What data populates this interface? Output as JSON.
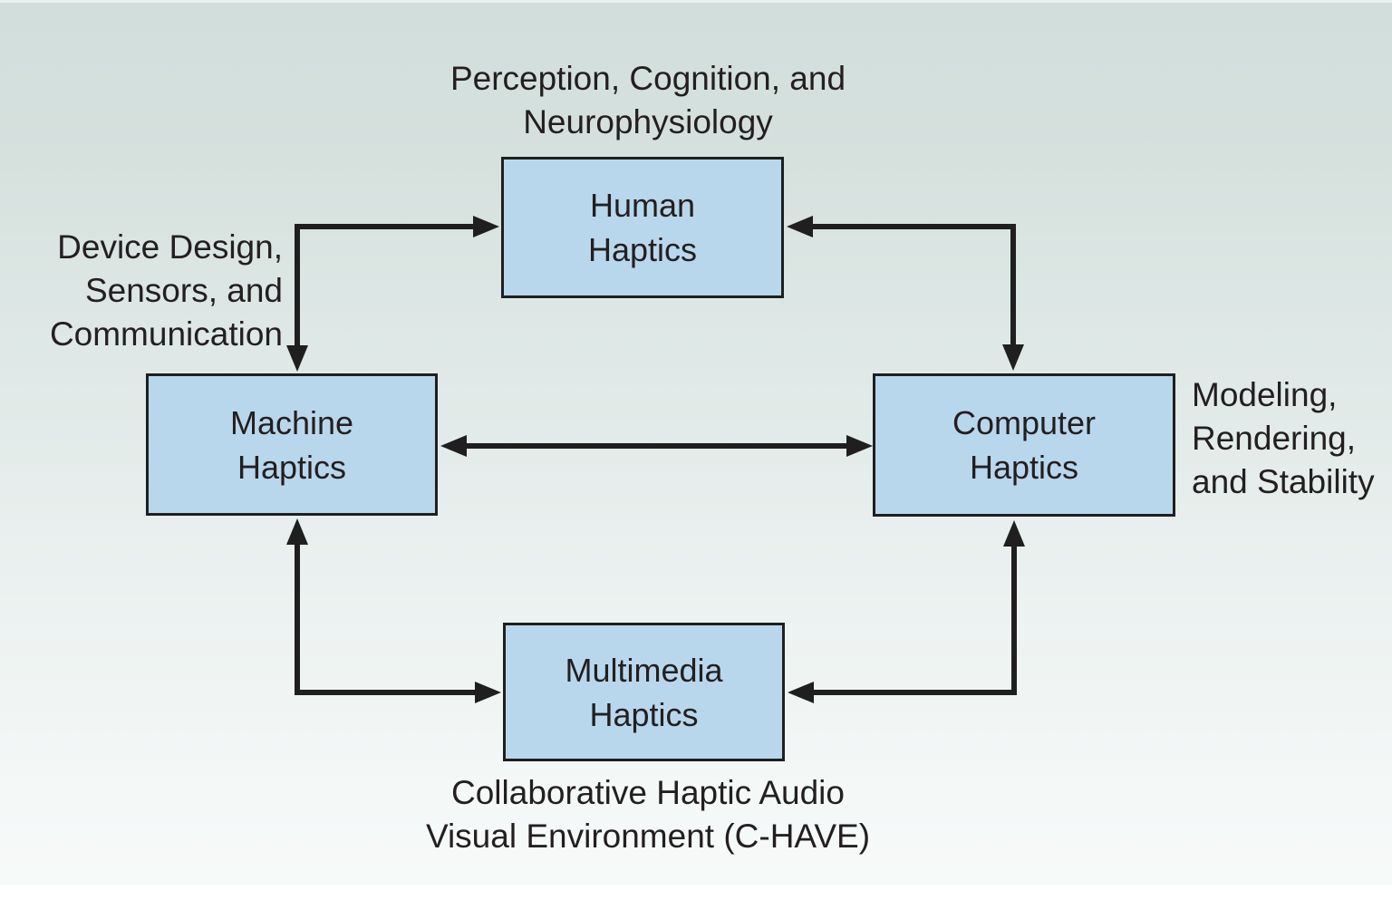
{
  "figure": {
    "type": "block-diagram",
    "colors": {
      "node_fill": "#b9d7ec",
      "node_border": "#1f1f1f",
      "arrow": "#1f1f1f",
      "text": "#231f20",
      "background_top": "#d2dfdc",
      "background_bottom": "#f7faf9"
    }
  },
  "nodes": {
    "human": {
      "label": "Human\nHaptics"
    },
    "machine": {
      "label": "Machine\nHaptics"
    },
    "computer": {
      "label": "Computer\nHaptics"
    },
    "multimedia": {
      "label": "Multimedia\nHaptics"
    }
  },
  "annotations": {
    "top": {
      "text": "Perception, Cognition, and\nNeurophysiology",
      "refers_to": "Human Haptics"
    },
    "left": {
      "text": "Device Design,\nSensors, and\nCommunication",
      "refers_to": "Machine Haptics"
    },
    "right": {
      "text": "Modeling,\nRendering,\nand Stability",
      "refers_to": "Computer Haptics"
    },
    "bottom": {
      "text": "Collaborative Haptic Audio\nVisual Environment (C-HAVE)",
      "refers_to": "Multimedia Haptics"
    }
  },
  "edges": [
    {
      "from": "Machine Haptics",
      "to": "Human Haptics",
      "style": "elbow",
      "bidirectional": true
    },
    {
      "from": "Computer Haptics",
      "to": "Human Haptics",
      "style": "elbow",
      "bidirectional": true
    },
    {
      "from": "Machine Haptics",
      "to": "Computer Haptics",
      "style": "straight",
      "bidirectional": true
    },
    {
      "from": "Machine Haptics",
      "to": "Multimedia Haptics",
      "style": "elbow",
      "bidirectional": true
    },
    {
      "from": "Computer Haptics",
      "to": "Multimedia Haptics",
      "style": "elbow",
      "bidirectional": true
    }
  ]
}
